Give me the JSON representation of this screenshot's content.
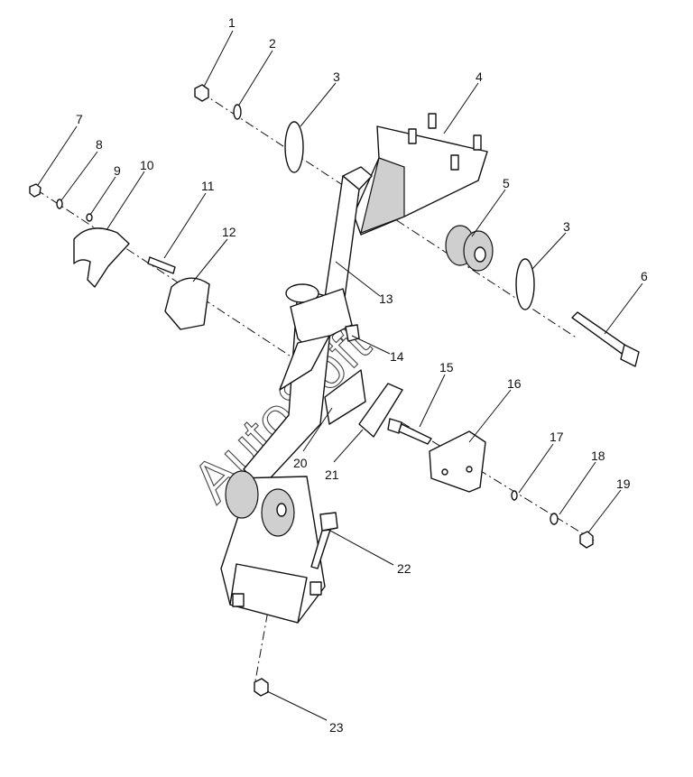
{
  "watermark": "AutoSoft",
  "callouts": [
    "1",
    "2",
    "3",
    "4",
    "5",
    "3",
    "6",
    "7",
    "8",
    "9",
    "10",
    "11",
    "12",
    "13",
    "14",
    "15",
    "16",
    "17",
    "18",
    "19",
    "20",
    "21",
    "22",
    "23"
  ]
}
